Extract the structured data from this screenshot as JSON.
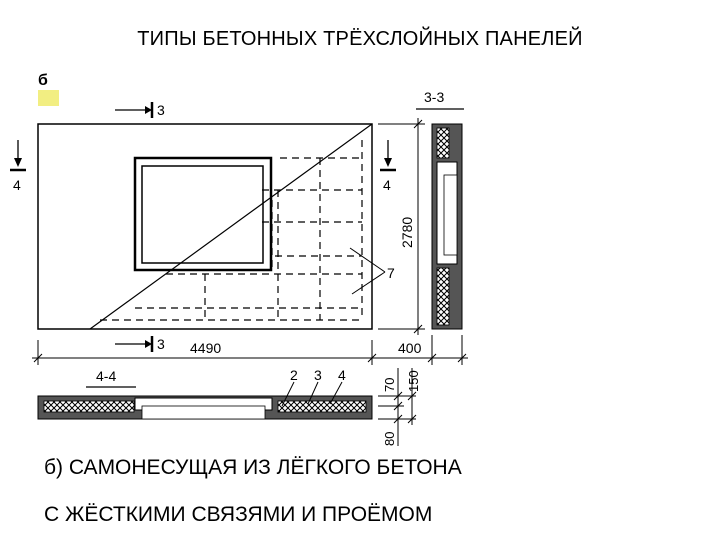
{
  "title": "ТИПЫ  БЕТОННЫХ ТРЁХСЛОЙНЫХ ПАНЕЛЕЙ",
  "panel_mark": "б",
  "caption_line1": "б) САМОНЕСУЩАЯ ИЗ ЛЁГКОГО БЕТОНА",
  "caption_line2": "С ЖЁСТКИМИ СВЯЗЯМИ  И ПРОЁМОМ",
  "labels": {
    "cut3_top": "3",
    "cut3_bottom": "3",
    "cut4_left": "4",
    "cut4_right": "4",
    "section_33": "3-3",
    "section_44": "4-4",
    "dim_width": "4490",
    "dim_height": "2780",
    "dim_thickness": "400",
    "dim_70": "70",
    "dim_150": "150",
    "dim_80": "80",
    "callout_7": "7",
    "callout_2": "2",
    "callout_3": "3",
    "callout_4": "4"
  },
  "colors": {
    "highlight": "#f2ee82",
    "line": "#000000"
  }
}
